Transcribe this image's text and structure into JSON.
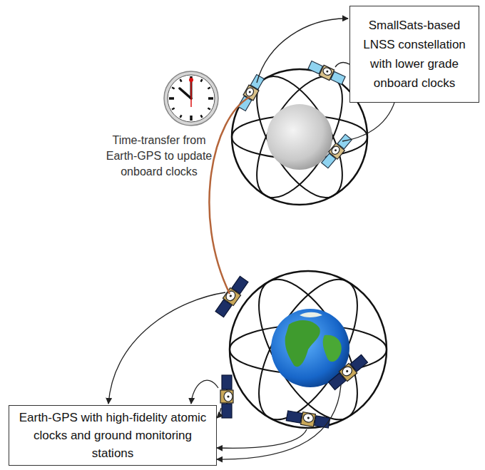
{
  "diagram": {
    "nodes": [
      {
        "text": [
          "SmallSats-based LNSS constellation with lower grade onboard clocks"
        ]
      },
      {
        "text": [
          "Earth-GPS with high-fidelity atomic clocks and ground monitoring stations"
        ]
      }
    ],
    "labels": [
      "Time-transfer from Earth-GPS to update onboard clocks"
    ]
  }
}
